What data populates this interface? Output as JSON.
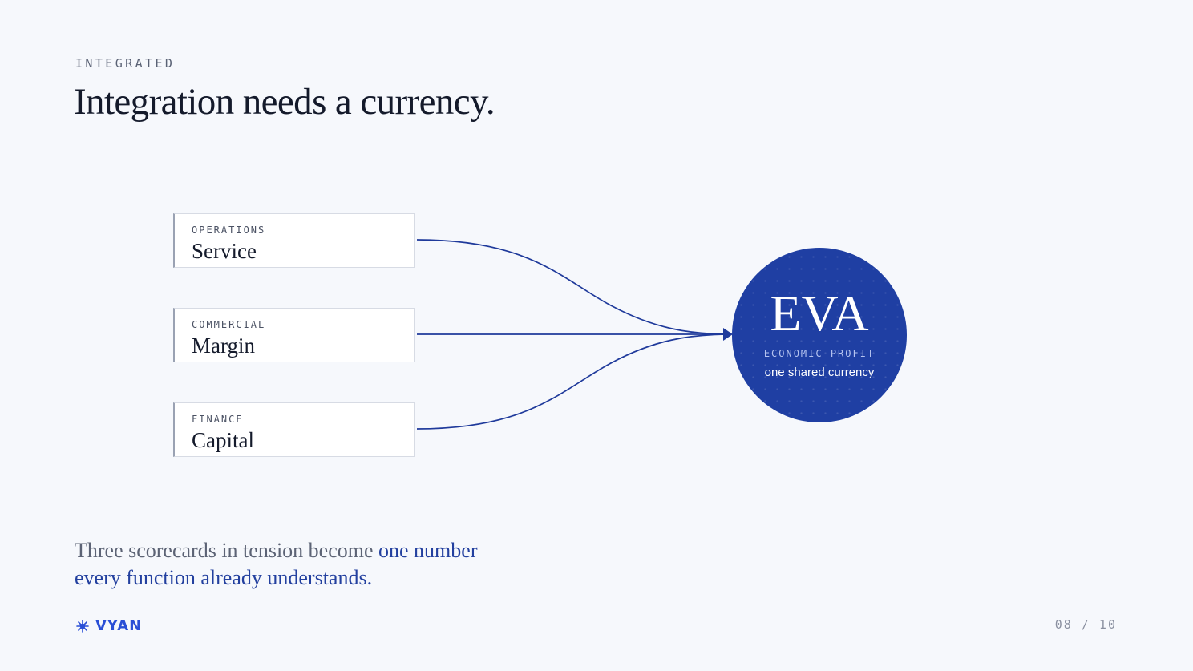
{
  "header": {
    "eyebrow": "INTEGRATED",
    "title": "Integration needs a currency."
  },
  "sources": [
    {
      "kicker": "OPERATIONS",
      "label": "Service"
    },
    {
      "kicker": "COMMERCIAL",
      "label": "Margin"
    },
    {
      "kicker": "FINANCE",
      "label": "Capital"
    }
  ],
  "target": {
    "title": "EVA",
    "kicker": "ECONOMIC PROFIT",
    "subtitle": "one shared currency"
  },
  "caption": {
    "text": "Three scorecards in tension become ",
    "accent": "one number every function already understands."
  },
  "footer": {
    "brand": "VYAN",
    "brand_icon": "starburst-icon",
    "page": "08 / 10"
  },
  "colors": {
    "accent": "#1f3fa3",
    "background": "#f6f8fc",
    "brand": "#2a4fd6"
  }
}
